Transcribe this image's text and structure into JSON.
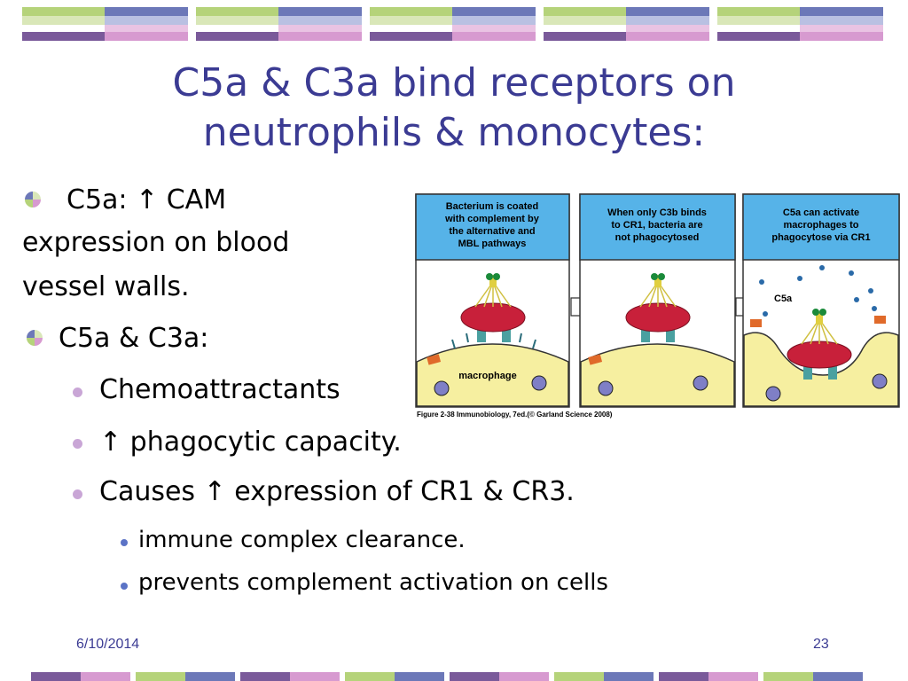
{
  "title": {
    "line1": "C5a & C3a bind receptors on",
    "line2": "neutrophils & monocytes:"
  },
  "bullets": {
    "c5a_line1": "C5a: ↑ CAM",
    "c5a_line2": "expression on blood",
    "c5a_line3": "vessel walls.",
    "both": "C5a & C3a:",
    "chemo": "Chemoattractants",
    "phago": "↑ phagocytic capacity.",
    "causes": "Causes ↑ expression of CR1 & CR3.",
    "immune": "immune complex clearance.",
    "prevents": "prevents complement activation on cells"
  },
  "figure": {
    "panel1": [
      "Bacterium is coated",
      "with complement by",
      "the alternative and",
      "MBL pathways"
    ],
    "panel2": [
      "When only C3b binds",
      "to CR1, bacteria are",
      "not phagocytosed"
    ],
    "panel3": [
      "C5a can activate",
      "macrophages to",
      "phagocytose via CR1"
    ],
    "macrophage_label": "macrophage",
    "c5a_label": "C5a",
    "caption": "Figure 2-38 Immunobiology, 7ed.(© Garland Science 2008)"
  },
  "footer": {
    "date": "6/10/2014",
    "page": "23"
  },
  "colors": {
    "title": "#3b3b93",
    "band_green": "#b5d37a",
    "band_blue": "#6c78b8",
    "band_pink": "#d79ad0",
    "band_purple": "#7a5a9a",
    "panel_header": "#56b3e8",
    "macrophage": "#f6efa0",
    "bacterium": "#c8203a"
  }
}
